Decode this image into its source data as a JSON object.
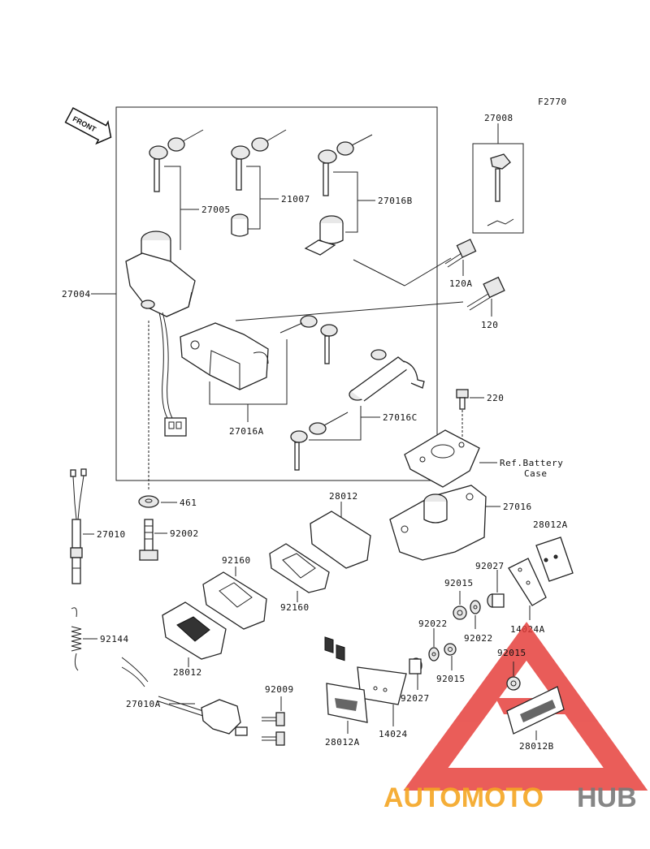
{
  "figure_code": "F2770",
  "front_label": "FRONT",
  "ref_note": {
    "line1": "Ref.Battery",
    "line2": "Case"
  },
  "parts": {
    "p27008": "27008",
    "p27005": "27005",
    "p21007": "21007",
    "p27016B": "27016B",
    "p27004": "27004",
    "p120A": "120A",
    "p120": "120",
    "p220": "220",
    "p27016A": "27016A",
    "p27016C": "27016C",
    "p461": "461",
    "p92002": "92002",
    "p27010": "27010",
    "p28012_top": "28012",
    "p27016": "27016",
    "p28012A_top": "28012A",
    "p92160_a": "92160",
    "p92160_b": "92160",
    "p92027_a": "92027",
    "p92015_a": "92015",
    "p92022_a": "92022",
    "p92022_b": "92022",
    "p14024A": "14024A",
    "p92144": "92144",
    "p28012_bot": "28012",
    "p92015_b": "92015",
    "p92015_c": "92015",
    "p92009": "92009",
    "p27010A": "27010A",
    "p92027_b": "92027",
    "p28012A_bot": "28012A",
    "p14024": "14024",
    "p28012B": "28012B"
  },
  "watermark": {
    "text_a": "AUTOMOTO",
    "text_b": "HUB",
    "color_a": "#f5a623",
    "color_b": "#7a7a7a",
    "logo_color": "#e53935"
  }
}
